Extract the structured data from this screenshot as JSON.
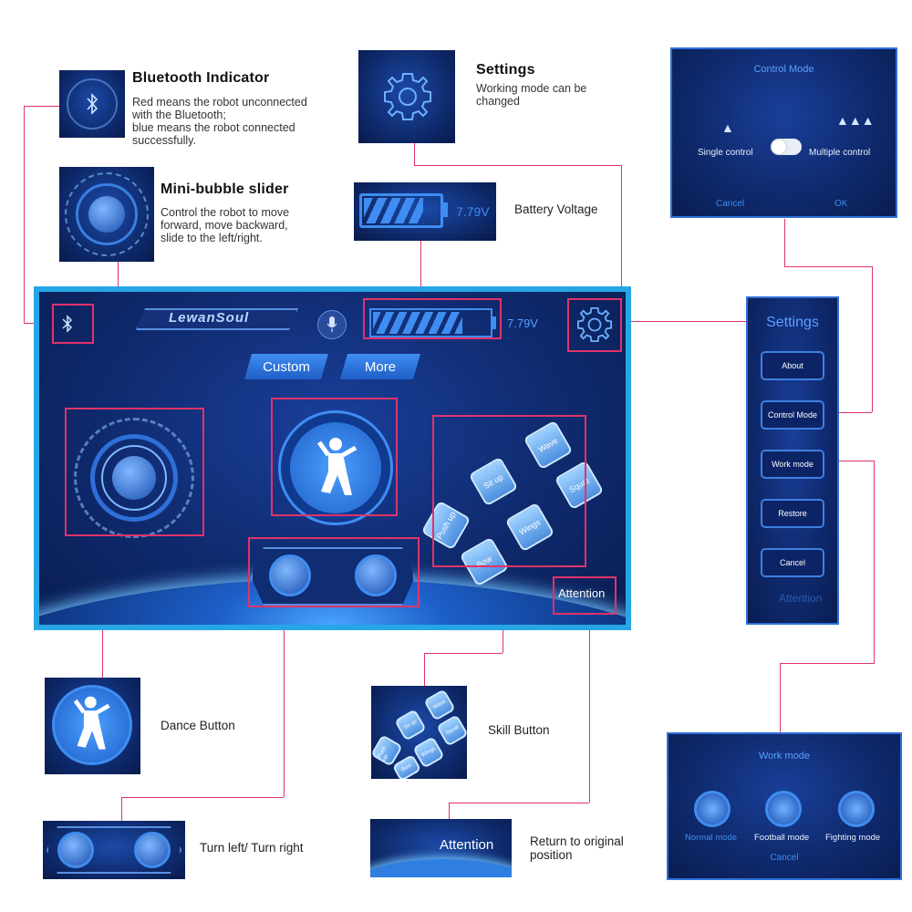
{
  "bluetooth": {
    "title": "Bluetooth Indicator",
    "desc_line1": "Red means the robot unconnected",
    "desc_line2": "with the Bluetooth;",
    "desc_line3": "blue means the robot connected",
    "desc_line4": "successfully."
  },
  "slider": {
    "title": "Mini-bubble slider",
    "desc_line1": "Control the robot to move",
    "desc_line2": "forward, move backward,",
    "desc_line3": "slide to the left/right."
  },
  "settings": {
    "title": "Settings",
    "desc_line1": "Working mode can be",
    "desc_line2": "changed"
  },
  "battery": {
    "label": "Battery Voltage",
    "voltage": "7.79V",
    "level": 0.75
  },
  "main_screen": {
    "logo": "LewanSoul",
    "custom_tab": "Custom",
    "more_tab": "More",
    "voltage": "7.79V",
    "attention": "Attention",
    "skills": [
      "Wave",
      "Sit up",
      "Squat",
      "Push up",
      "Wings",
      "Bow"
    ]
  },
  "control_mode": {
    "title": "Control Mode",
    "single": "Single control",
    "multiple": "Multiple control",
    "cancel": "Cancel",
    "ok": "OK"
  },
  "settings_menu": {
    "title": "Settings",
    "items": [
      "About",
      "Control Mode",
      "Work mode",
      "Restore",
      "Cancel"
    ],
    "attention": "Attention"
  },
  "work_mode": {
    "title": "Work mode",
    "normal": "Normal mode",
    "football": "Football mode",
    "fighting": "Fighting mode",
    "cancel": "Cancel"
  },
  "labels": {
    "dance": "Dance Button",
    "skill": "Skill Button",
    "turn": "Turn left/ Turn right",
    "return_line1": "Return to original",
    "return_line2": "position",
    "attention_thumb": "Attention"
  },
  "skill_thumb": [
    "Wave",
    "Sit up",
    "Squat",
    "Push up",
    "Wings",
    "Bow"
  ]
}
